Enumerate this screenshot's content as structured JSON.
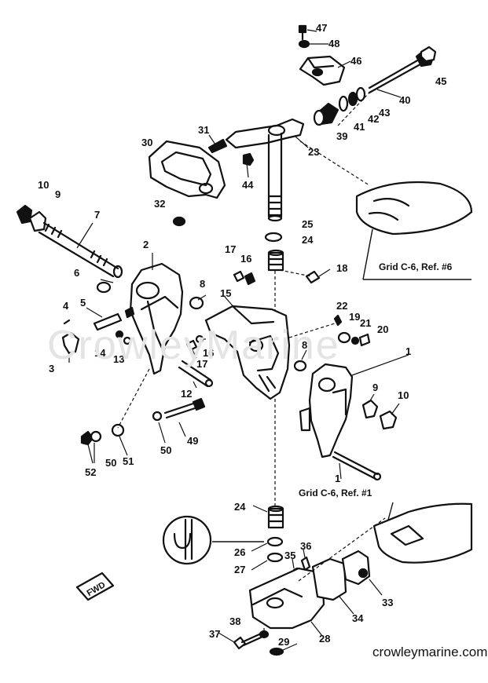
{
  "watermark": "CrowleyMarine",
  "footer_url": "crowleymarine.com",
  "grid_refs": [
    "Grid C-6, Ref. #6",
    "Grid C-6, Ref. #1"
  ],
  "fwd_label": "FWD",
  "part_callouts": [
    "47",
    "48",
    "46",
    "45",
    "40",
    "43",
    "42",
    "41",
    "39",
    "31",
    "23",
    "30",
    "44",
    "10",
    "9",
    "7",
    "32",
    "25",
    "24",
    "2",
    "17",
    "16",
    "18",
    "6",
    "8",
    "15",
    "4",
    "5",
    "22",
    "19",
    "21",
    "20",
    "14",
    "13",
    "16",
    "17",
    "8",
    "1",
    "3",
    "12",
    "9",
    "10",
    "49",
    "50",
    "52",
    "50",
    "51",
    "1",
    "24",
    "36",
    "26",
    "35",
    "27",
    "33",
    "34",
    "28",
    "38",
    "29",
    "37"
  ]
}
